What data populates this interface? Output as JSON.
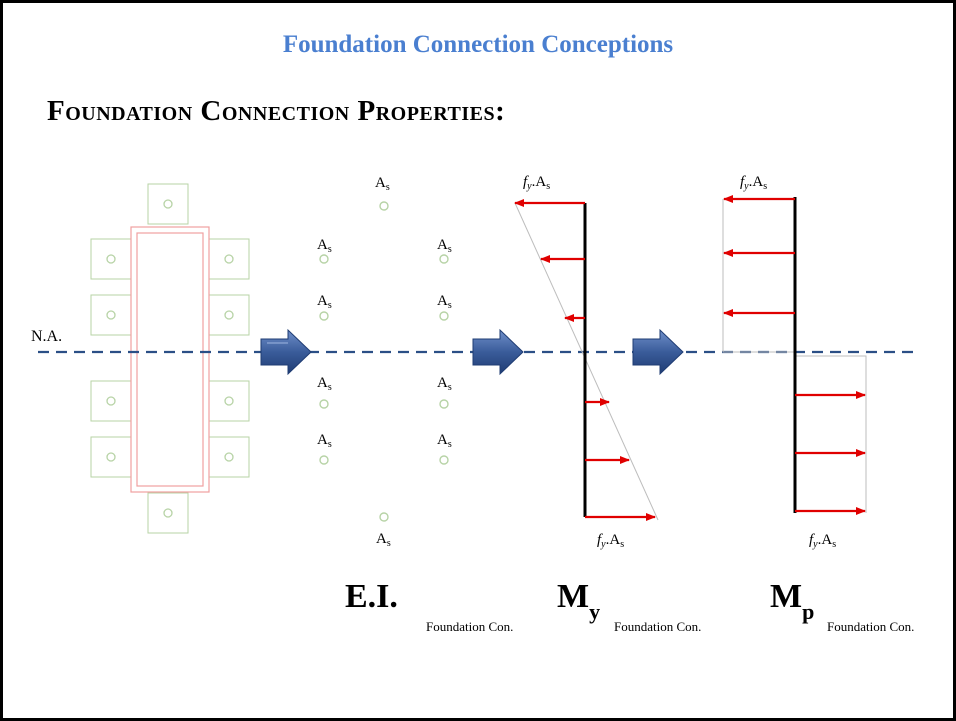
{
  "slide": {
    "title": "Foundation Connection Conceptions",
    "heading": "Foundation Connection Properties:"
  },
  "diagram": {
    "neutral_axis_label": "N.A.",
    "bar_label_main": "A",
    "bar_label_sub": "s",
    "force_label_f": "f",
    "force_label_y": "y",
    "force_label_rest": ".A",
    "force_label_sub": "s",
    "panels": [
      {
        "symbol": "E.I.",
        "subscript": "",
        "caption": "Foundation Con."
      },
      {
        "symbol": "M",
        "subscript": "y",
        "caption": "Foundation Con."
      },
      {
        "symbol": "M",
        "subscript": "p",
        "caption": "Foundation Con."
      }
    ]
  },
  "colors": {
    "title": "#4a7fd0",
    "axis_dash": "#2b4f86",
    "arrow_red": "#e00000",
    "bolt_green": "#b7d3a6",
    "column_pink": "#f0a0a0",
    "block_arrow": "#3a5c9a"
  }
}
